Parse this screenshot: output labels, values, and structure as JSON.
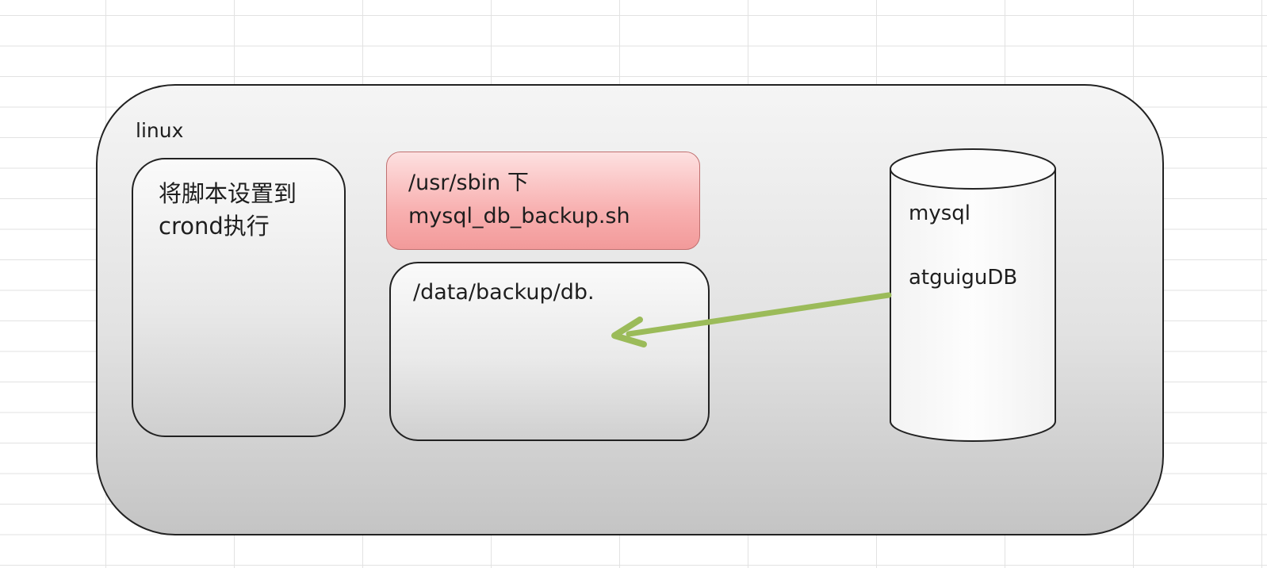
{
  "linux": {
    "label": "linux"
  },
  "crond": {
    "label_lines": [
      "将脚本设置到",
      "crond执行"
    ]
  },
  "script": {
    "label_lines": [
      "/usr/sbin 下",
      "mysql_db_backup.sh"
    ]
  },
  "backup": {
    "label": "/data/backup/db."
  },
  "database": {
    "engine": "mysql",
    "name": "atguiguDB"
  },
  "arrow": {
    "color": "#9bbb59",
    "from": "database",
    "to": "backup"
  },
  "colors": {
    "script_fill": "#f8b0b0",
    "container_fill": "#e2e2e2",
    "arrow": "#9bbb59"
  }
}
